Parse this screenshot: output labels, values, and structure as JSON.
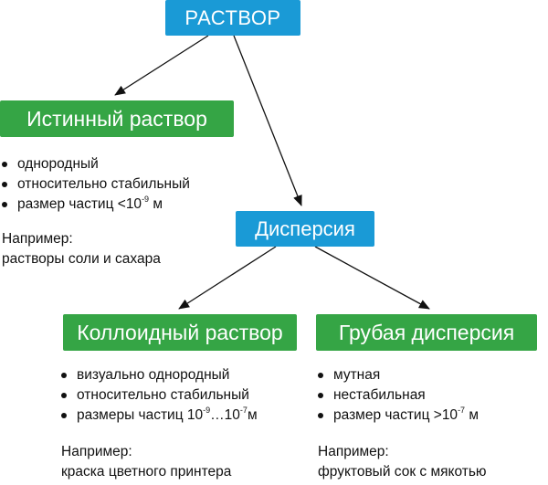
{
  "nodes": {
    "root": "РАСТВОР",
    "true_solution": "Истинный раствор",
    "dispersion": "Дисперсия",
    "colloid": "Коллоидный раствор",
    "coarse": "Грубая дисперсия"
  },
  "true_solution_props": {
    "item1": "однородный",
    "item2": "относительно стабильный",
    "item3_text": "размер частиц <10",
    "item3_exp": "-9",
    "item3_unit": " м"
  },
  "true_solution_example": {
    "heading": "Например:",
    "text": "растворы соли и сахара"
  },
  "colloid_props": {
    "item1": "визуально однородный",
    "item2": "относительно стабильный",
    "item3_text": "размеры частиц 10",
    "item3_exp1": "-9",
    "item3_mid": "…10",
    "item3_exp2": "-7",
    "item3_unit": "м"
  },
  "colloid_example": {
    "heading": "Например:",
    "text": "краска цветного принтера"
  },
  "coarse_props": {
    "item1": "мутная",
    "item2": "нестабильная",
    "item3_text": "размер частиц >10",
    "item3_exp": "-7",
    "item3_unit": " м"
  },
  "coarse_example": {
    "heading": "Например:",
    "text": "фруктовый сок с мякотью"
  },
  "colors": {
    "blue": "#1a9ad6",
    "green": "#35a545",
    "arrow": "#111111"
  }
}
